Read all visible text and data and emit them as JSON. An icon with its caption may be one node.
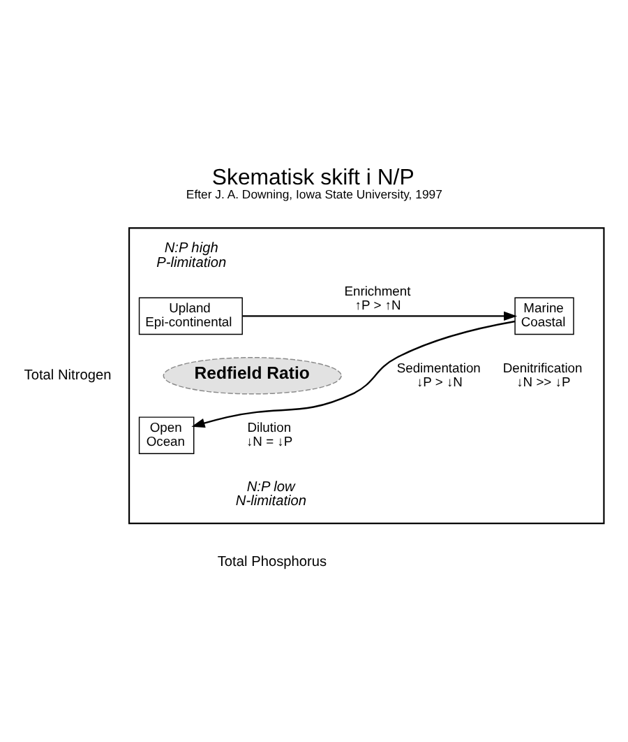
{
  "diagram": {
    "title": "Skematisk skift i N/P",
    "caption": "Efter J. A. Downing, Iowa State University, 1997",
    "nodes": [
      {
        "text": [],
        "shape": "box"
      },
      {
        "text": [
          "Upland Epi-continental"
        ],
        "in": 0
      },
      {
        "text": [
          "Marine Coastal"
        ],
        "in": 0
      },
      {
        "text": [
          "Redfield Ratio"
        ],
        "in": 0
      },
      {
        "text": [
          "Open Ocean"
        ],
        "in": 0
      }
    ],
    "edges": [
      {
        "from": 1,
        "to": 2,
        "arrow": "to",
        "label": "Enrichment ↑P > ↑N"
      },
      {
        "from": 2,
        "to": 4,
        "arrow": "to",
        "label": "Sedimentation ↓P > ↓N"
      }
    ],
    "labels": [
      "N:P high P-limitation",
      "Total Nitrogen",
      "Denitrification ↓N >> ↓P",
      "Dilution ↓N = ↓P",
      "N:P low N-limitation",
      "Total Phosphorus"
    ]
  }
}
